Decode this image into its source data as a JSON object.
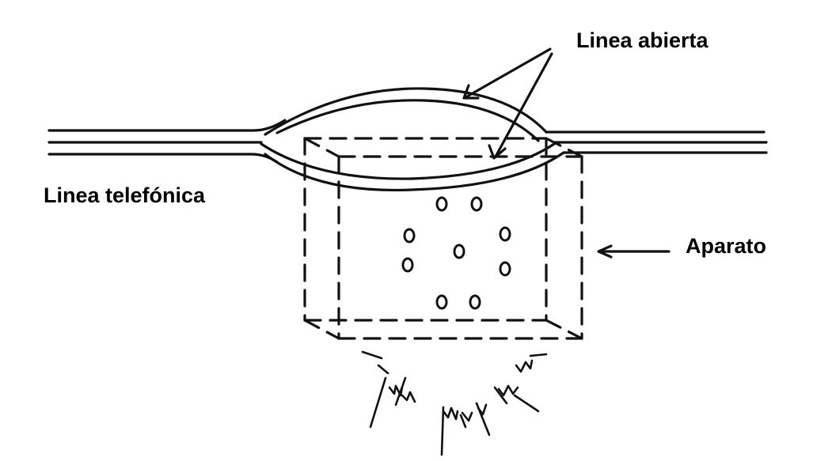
{
  "labels": {
    "open_line": "Linea abierta",
    "phone_line": "Linea telefónica",
    "device": "Aparato"
  },
  "colors": {
    "ink": "#111111",
    "background": "#ffffff"
  }
}
